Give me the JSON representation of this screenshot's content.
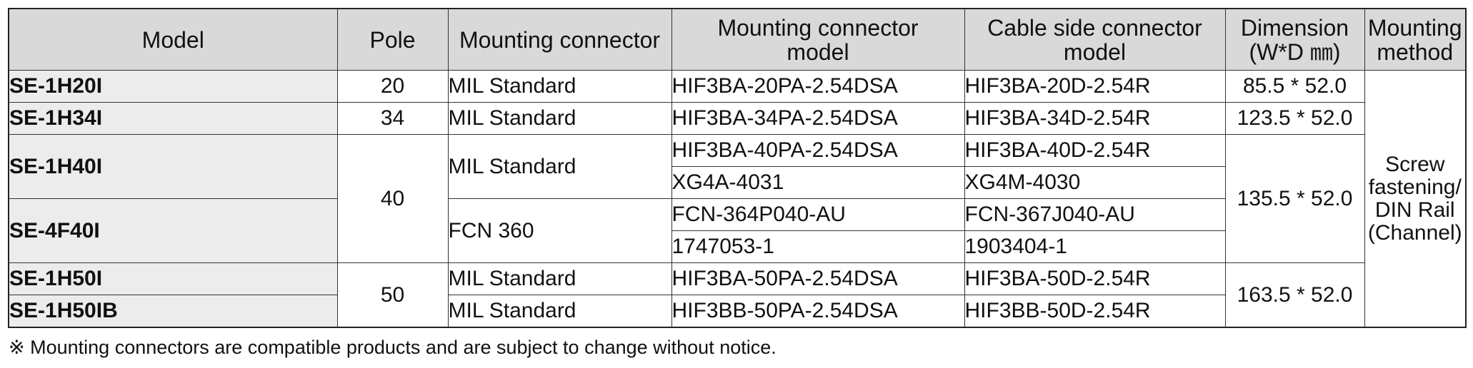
{
  "table": {
    "headers": {
      "model": "Model",
      "pole": "Pole",
      "mounting_connector": "Mounting connector",
      "mounting_connector_model_l1": "Mounting connector",
      "mounting_connector_model_l2": "model",
      "cable_side_model_l1": "Cable side connector",
      "cable_side_model_l2": "model",
      "dimension_l1": "Dimension",
      "dimension_l2": "(W*D ㎜)",
      "mounting_method_l1": "Mounting",
      "mounting_method_l2": "method"
    },
    "rows": [
      {
        "model": "SE-1H20I",
        "pole": "20",
        "mounting": "MIL Standard",
        "mount_model": "HIF3BA-20PA-2.54DSA",
        "cable_model": "HIF3BA-20D-2.54R",
        "dimension": "85.5 * 52.0"
      },
      {
        "model": "SE-1H34I",
        "pole": "34",
        "mounting": "MIL Standard",
        "mount_model": "HIF3BA-34PA-2.54DSA",
        "cable_model": "HIF3BA-34D-2.54R",
        "dimension": "123.5 * 52.0"
      },
      {
        "model": "SE-1H40I",
        "pole": "40",
        "mounting": "MIL Standard",
        "mount_model": "HIF3BA-40PA-2.54DSA",
        "cable_model": "HIF3BA-40D-2.54R",
        "dimension": "135.5 * 52.0"
      },
      {
        "mount_model": "XG4A-4031",
        "cable_model": "XG4M-4030"
      },
      {
        "model": "SE-4F40I",
        "mounting": "FCN 360",
        "mount_model": "FCN-364P040-AU",
        "cable_model": "FCN-367J040-AU"
      },
      {
        "mount_model": "1747053-1",
        "cable_model": "1903404-1"
      },
      {
        "model": "SE-1H50I",
        "pole": "50",
        "mounting": "MIL Standard",
        "mount_model": "HIF3BA-50PA-2.54DSA",
        "cable_model": "HIF3BA-50D-2.54R",
        "dimension": "163.5 * 52.0"
      },
      {
        "model": "SE-1H50IB",
        "mounting": "MIL Standard",
        "mount_model": "HIF3BB-50PA-2.54DSA",
        "cable_model": "HIF3BB-50D-2.54R"
      }
    ],
    "mounting_method": {
      "l1": "Screw",
      "l2": "fastening/",
      "l3": "DIN Rail",
      "l4": "(Channel)"
    }
  },
  "footnote": "※ Mounting connectors are compatible products and are subject to change without notice."
}
